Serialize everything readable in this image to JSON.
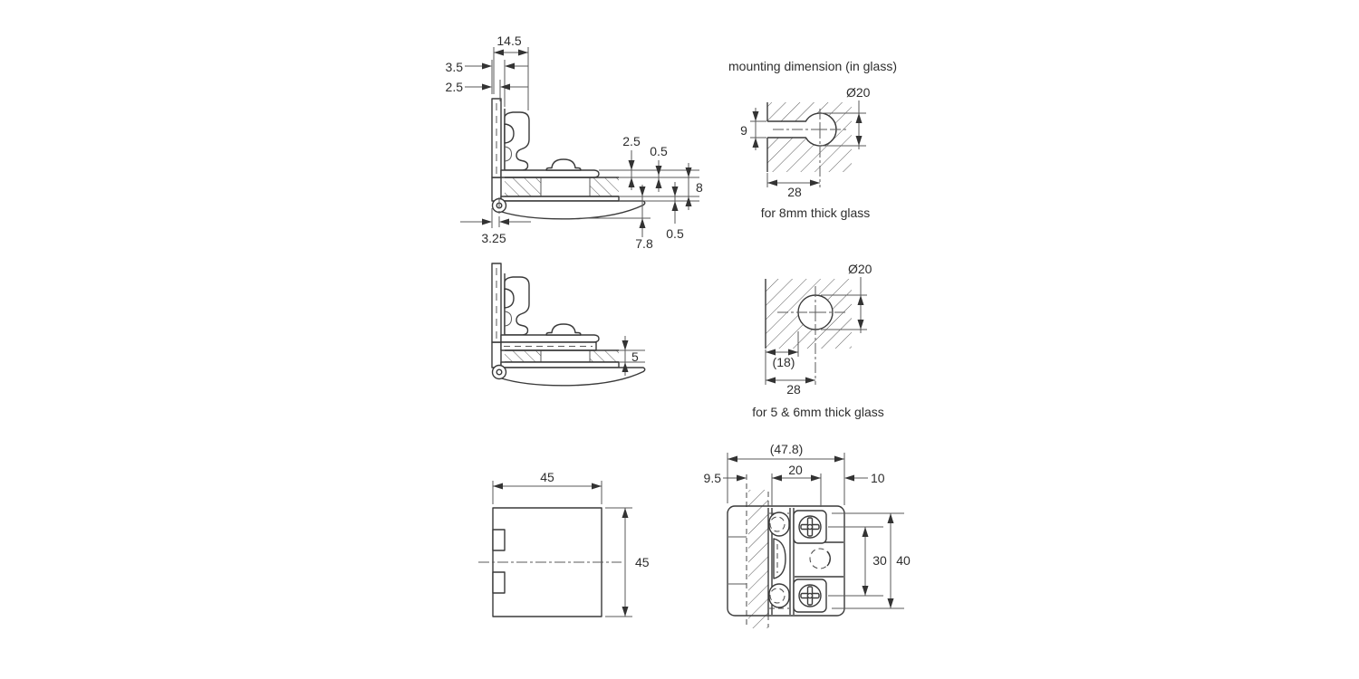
{
  "colors": {
    "line": "#3a3a3a",
    "dim": "#5a5a5a",
    "text": "#2e2e2e",
    "bg": "#ffffff"
  },
  "fig_side_8mm": {
    "dim_width_total": "14.5",
    "dim_lip": "3.5",
    "dim_plate": "2.5",
    "dim_top_clearance": "2.5",
    "dim_gap_top": "0.5",
    "dim_glass_thickness": "8",
    "dim_gap_bottom": "0.5",
    "dim_arm_drop": "7.8",
    "dim_pivot_offset": "3.25"
  },
  "fig_mounting_8mm": {
    "title": "mounting dimension (in glass)",
    "dim_diameter": "Ø20",
    "dim_slot_width": "9",
    "dim_center_distance": "28",
    "caption": "for 8mm thick glass"
  },
  "fig_side_56mm": {
    "dim_glass_thickness": "5"
  },
  "fig_mounting_56mm": {
    "dim_diameter": "Ø20",
    "dim_edge_distance": "(18)",
    "dim_center_distance": "28",
    "caption": "for 5 & 6mm thick glass"
  },
  "fig_cover_plate": {
    "dim_width": "45",
    "dim_height": "45"
  },
  "fig_front_view": {
    "dim_overall_width": "(47.8)",
    "dim_glass_inset": "9.5",
    "dim_clamp_width": "20",
    "dim_plate_width": "10",
    "dim_screw_spacing": "30",
    "dim_body_height": "40"
  }
}
